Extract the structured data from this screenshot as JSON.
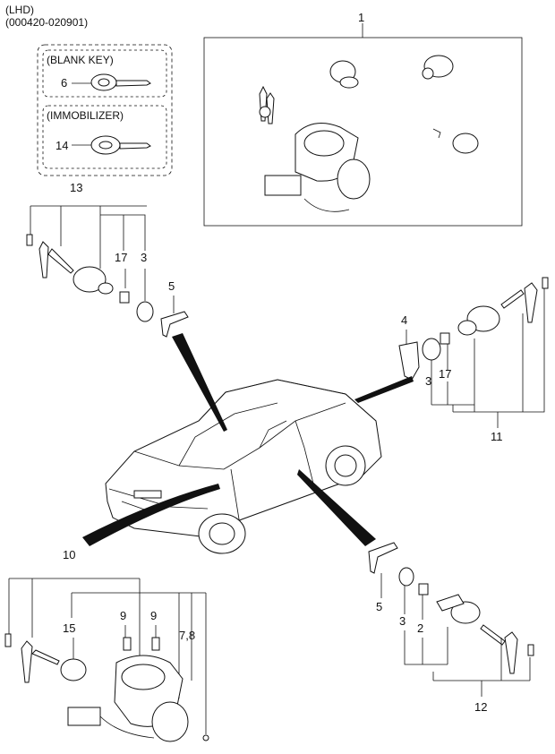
{
  "header": {
    "line1": "(LHD)",
    "line2": "(000420-020901)"
  },
  "boxes": {
    "blank_key": "(BLANK KEY)",
    "immobilizer": "(IMMOBILIZER)"
  },
  "callouts": {
    "c1": "1",
    "c6": "6",
    "c14": "14",
    "c13": "13",
    "c17a": "17",
    "c3a": "3",
    "c5a": "5",
    "c4": "4",
    "c3b": "3",
    "c17b": "17",
    "c11": "11",
    "c10": "10",
    "c15": "15",
    "c9a": "9",
    "c9b": "9",
    "c78": "7,8",
    "c5b": "5",
    "c3c": "3",
    "c2": "2",
    "c12": "12"
  }
}
